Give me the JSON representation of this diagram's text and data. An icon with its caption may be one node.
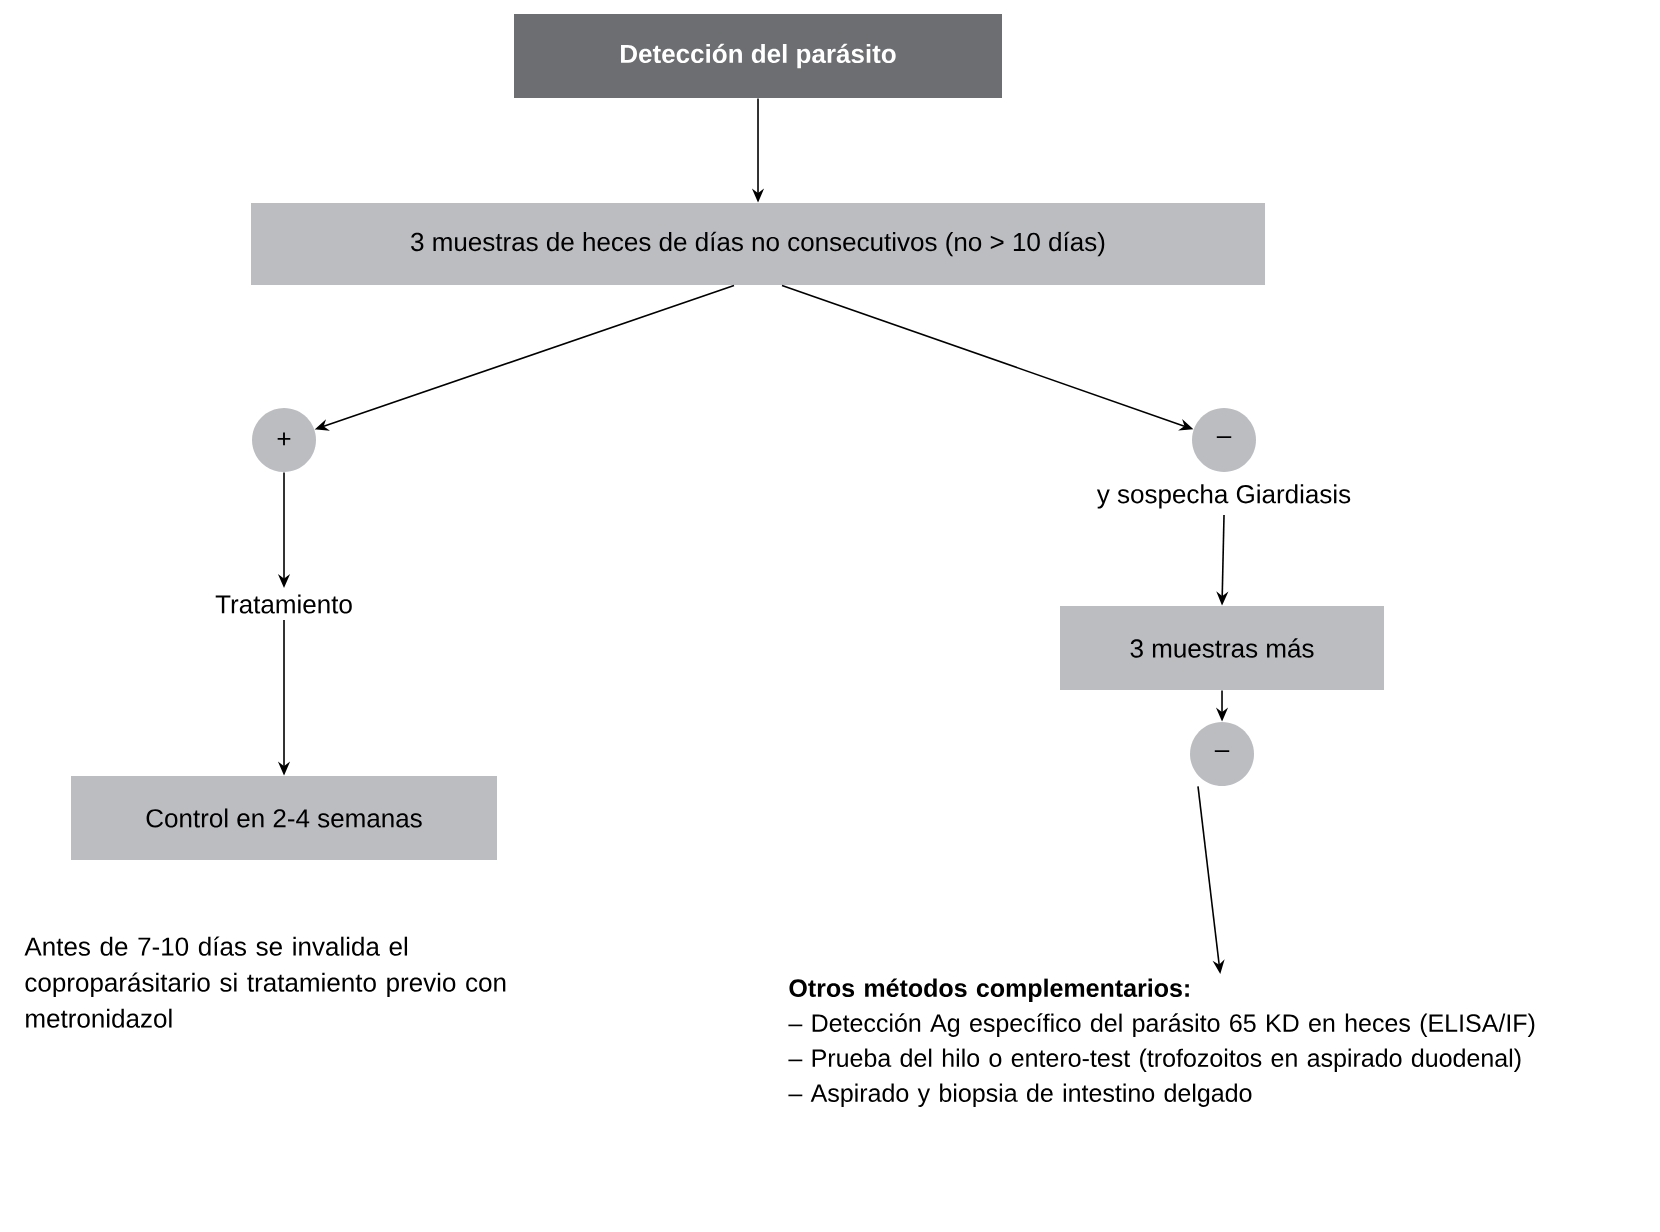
{
  "diagram": {
    "nodes": [
      {
        "text": [
          "Detección del parásito"
        ]
      },
      {
        "text": [
          "3 muestras de heces de días no consecutivos (no > 10 días)"
        ]
      },
      {
        "text": [
          "+"
        ]
      },
      {
        "text": [
          "–"
        ],
        "beside": [
          "y sospecha Giardiasis"
        ]
      },
      {
        "text": [
          "Tratamiento"
        ]
      },
      {
        "text": [
          "3 muestras más"
        ]
      },
      {
        "text": [
          "Control en 2-4 semanas"
        ]
      },
      {
        "text": [
          "–"
        ]
      },
      {
        "text": [
          "Otros métodos complementarios:",
          "– Detección Ag específico del parásito 65 KD en heces (ELISA/IF)",
          "– Prueba del hilo o entero-test (trofozoitos en aspirado duodenal)",
          "– Aspirado y biopsia de intestino delgado"
        ]
      }
    ],
    "edges": [
      {
        "from": 0,
        "to": 1,
        "arrow": "to"
      },
      {
        "from": 1,
        "to": 2,
        "arrow": "to"
      },
      {
        "from": 1,
        "to": 3,
        "arrow": "to"
      },
      {
        "from": 2,
        "to": 4,
        "arrow": "to"
      },
      {
        "from": 4,
        "to": 6,
        "arrow": "to"
      },
      {
        "from": 3,
        "to": 5,
        "arrow": "to"
      },
      {
        "from": 5,
        "to": 7,
        "arrow": "to"
      },
      {
        "from": 7,
        "to": 8,
        "arrow": "to"
      }
    ],
    "labels": [
      "Antes de 7-10 días se invalida el coproparásitario si tratamiento previo con metronidazol"
    ]
  }
}
